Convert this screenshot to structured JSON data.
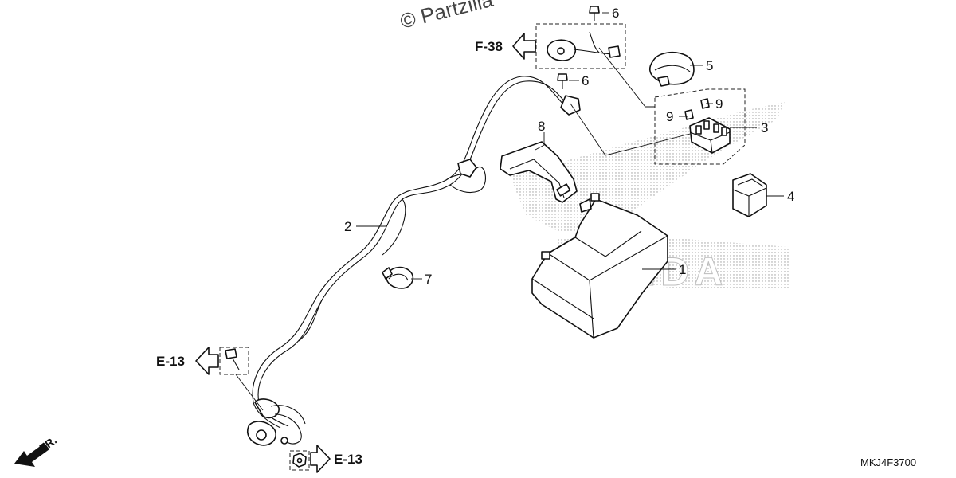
{
  "watermark": "© Partzilla",
  "drawing_code": "MKJ4F3700",
  "direction_label": "FR.",
  "brand_mark": "HONDA",
  "callouts": [
    {
      "id": "1",
      "label": "1"
    },
    {
      "id": "2",
      "label": "2"
    },
    {
      "id": "3",
      "label": "3"
    },
    {
      "id": "4",
      "label": "4"
    },
    {
      "id": "5",
      "label": "5"
    },
    {
      "id": "6a",
      "label": "6"
    },
    {
      "id": "6b",
      "label": "6"
    },
    {
      "id": "7",
      "label": "7"
    },
    {
      "id": "8",
      "label": "8"
    },
    {
      "id": "9a",
      "label": "9"
    },
    {
      "id": "9b",
      "label": "9"
    }
  ],
  "section_refs": [
    {
      "id": "f38",
      "label": "F-38"
    },
    {
      "id": "e13a",
      "label": "E-13"
    },
    {
      "id": "e13b",
      "label": "E-13"
    }
  ]
}
